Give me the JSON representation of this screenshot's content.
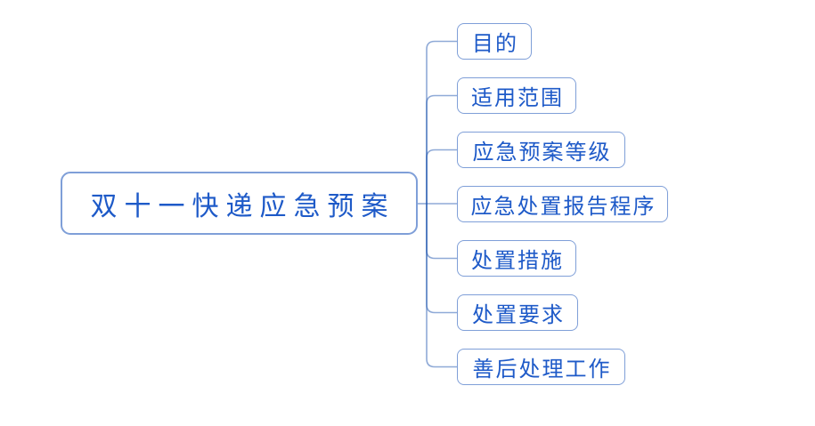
{
  "diagram": {
    "type": "mindmap",
    "root": {
      "label": "双十一快递应急预案"
    },
    "branches": [
      {
        "label": "目的"
      },
      {
        "label": "适用范围"
      },
      {
        "label": "应急预案等级"
      },
      {
        "label": "应急处置报告程序"
      },
      {
        "label": "处置措施"
      },
      {
        "label": "处置要求"
      },
      {
        "label": "善后处理工作"
      }
    ],
    "colors": {
      "node_border": "#7f9fd8",
      "connector_light": "#8faad8",
      "trunk_dark": "#2b64b1",
      "text": "#1e5ac8",
      "background": "#ffffff"
    }
  }
}
